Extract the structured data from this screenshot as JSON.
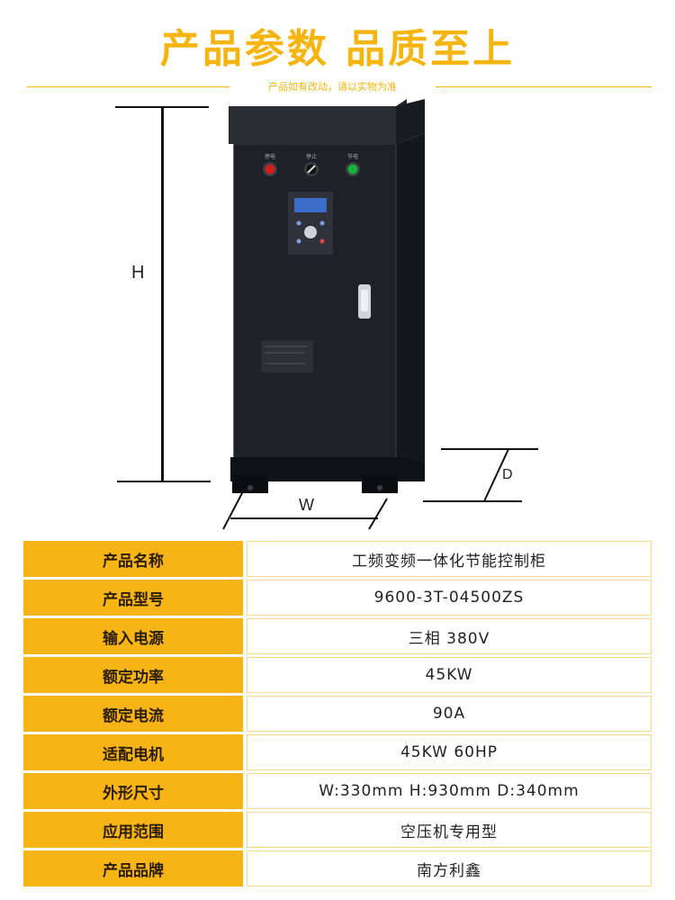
{
  "header": {
    "title": "产品参数  品质至上",
    "subtitle": "产品如有改动，请以实物为准"
  },
  "dimensions": {
    "h_label": "H",
    "w_label": "W",
    "d_label": "D"
  },
  "panel": {
    "indicator_left": "停电",
    "indicator_center": "停止",
    "indicator_right": "节电"
  },
  "specs": [
    {
      "label": "产品名称",
      "value": "工频变频一体化节能控制柜"
    },
    {
      "label": "产品型号",
      "value": "9600-3T-04500ZS"
    },
    {
      "label": "输入电源",
      "value": "三相 380V"
    },
    {
      "label": "额定功率",
      "value": "45KW"
    },
    {
      "label": "额定电流",
      "value": "90A"
    },
    {
      "label": "适配电机",
      "value": "45KW 60HP"
    },
    {
      "label": "外形尺寸",
      "value": "W:330mm  H:930mm  D:340mm"
    },
    {
      "label": "应用范围",
      "value": "空压机专用型"
    },
    {
      "label": "产品品牌",
      "value": "南方利鑫"
    }
  ],
  "colors": {
    "accent": "#f7b416",
    "cabinet": "#1e2127"
  }
}
